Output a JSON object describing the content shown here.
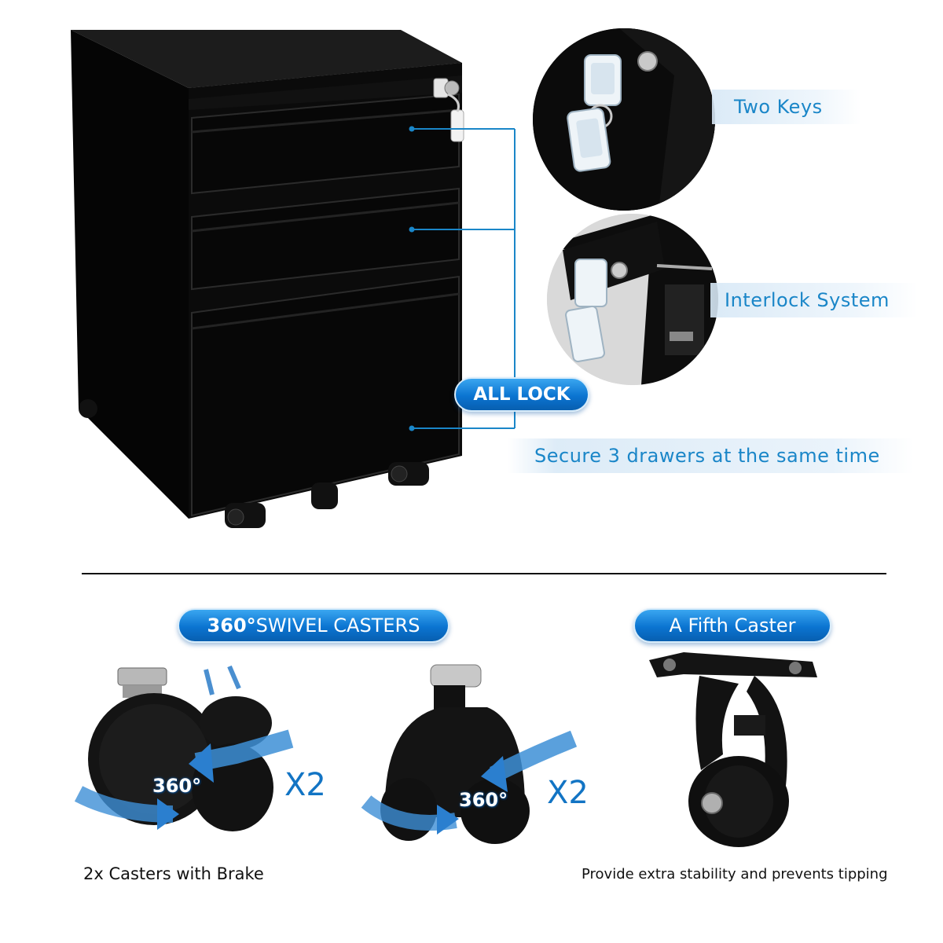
{
  "callouts": {
    "two_keys": "Two Keys",
    "interlock": "Interlock System",
    "all_lock": "ALL LOCK",
    "secure": "Secure 3 drawers at the same time"
  },
  "casters": {
    "swivel_bold": "360°",
    "swivel_rest": "SWIVEL CASTERS",
    "fifth": "A Fifth Caster",
    "degree_label": "360°",
    "multiplier": "X2",
    "brake_caption": "2x Casters with Brake",
    "fifth_caption": "Provide extra stability and prevents tipping"
  },
  "colors": {
    "accent": "#1a86c8",
    "pill": "#0b74d1",
    "cabinet": "#0a0a0a"
  }
}
